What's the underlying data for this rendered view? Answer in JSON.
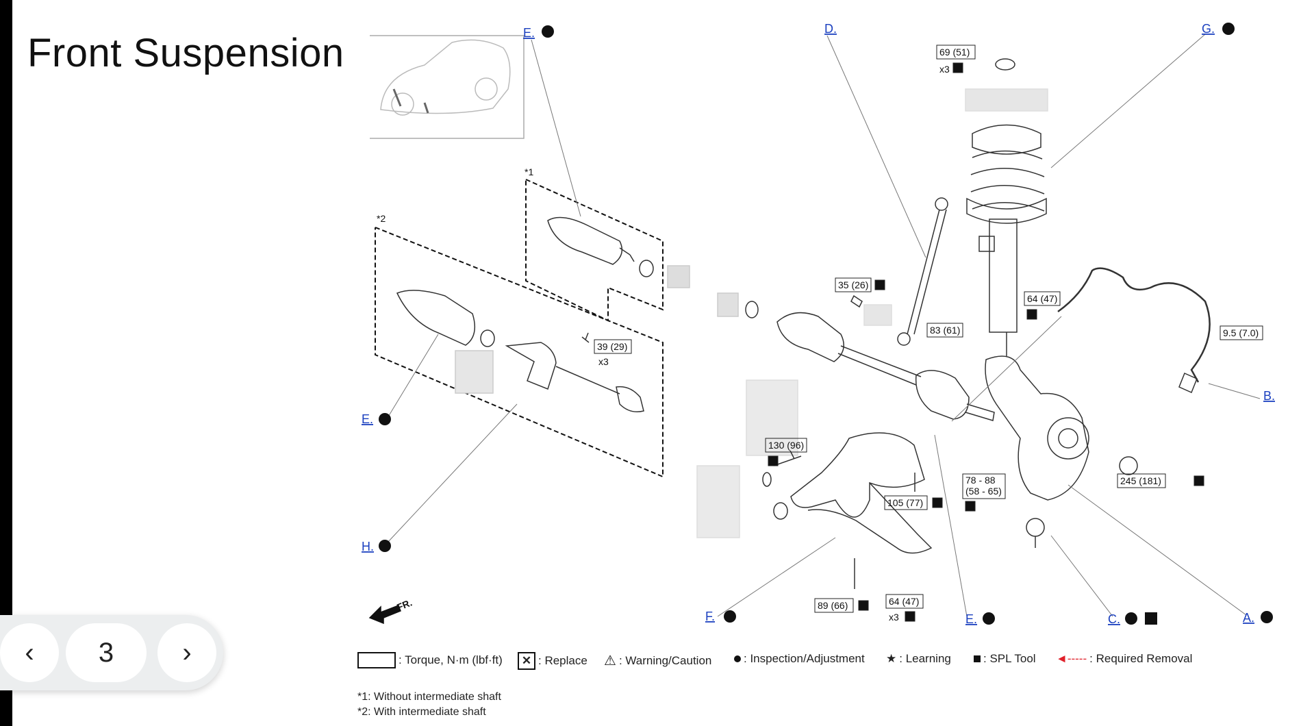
{
  "page_title": "Front Suspension",
  "pager": {
    "prev_icon": "chevron-left-icon",
    "page": "3",
    "next_icon": "chevron-right-icon"
  },
  "callouts": {
    "e_top": "E.",
    "d": "D.",
    "g": "G.",
    "e_left": "E.",
    "h": "H.",
    "b": "B.",
    "f": "F.",
    "e_bottom": "E.",
    "c": "C.",
    "a": "A."
  },
  "group_labels": {
    "without_shaft": "*1",
    "with_shaft": "*2"
  },
  "torques": {
    "t69": "69 (51)",
    "t69_qty": "x3",
    "t35": "35 (26)",
    "t64a": "64 (47)",
    "t83": "83 (61)",
    "t95": "9.5 (7.0)",
    "t39": "39 (29)",
    "t39_qty": "x3",
    "t130": "130 (96)",
    "t105": "105 (77)",
    "t78_l1": "78 - 88",
    "t78_l2": "(58 - 65)",
    "t245": "245 (181)",
    "t89": "89 (66)",
    "t64b": "64 (47)",
    "t64b_qty": "x3"
  },
  "front_arrow": "FR.",
  "legend": {
    "torque": ": Torque, N·m (lbf·ft)",
    "replace": ": Replace",
    "warning": ": Warning/Caution",
    "inspection": ": Inspection/Adjustment",
    "learning": ": Learning",
    "spl": ": SPL Tool",
    "removal": ": Required Removal"
  },
  "notes": {
    "n1": "*1: Without intermediate shaft",
    "n2": "*2: With intermediate shaft"
  },
  "colors": {
    "callout": "#1a3fbf",
    "removal_arrow": "#e0202a",
    "left_bar": "#000000"
  }
}
